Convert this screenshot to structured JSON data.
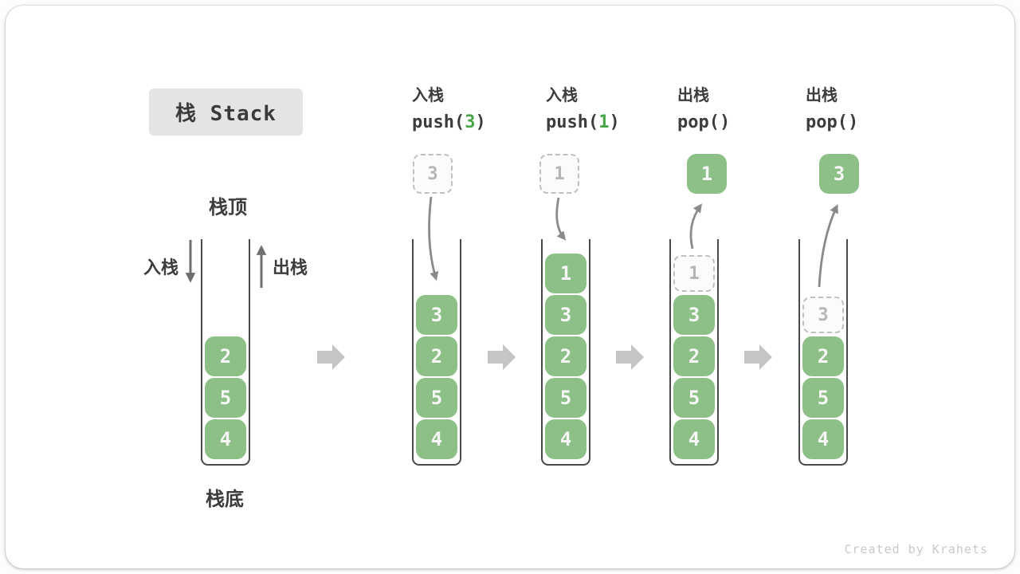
{
  "title": {
    "text": "栈 Stack"
  },
  "annotations": {
    "stack_top": "栈顶",
    "stack_bottom": "栈底",
    "push_side": "入栈",
    "pop_side": "出栈"
  },
  "operations": [
    {
      "name": "入栈",
      "fn": "push(",
      "arg": "3",
      "close": ")"
    },
    {
      "name": "入栈",
      "fn": "push(",
      "arg": "1",
      "close": ")"
    },
    {
      "name": "出栈",
      "fn": "pop(",
      "arg": "",
      "close": ")"
    },
    {
      "name": "出栈",
      "fn": "pop(",
      "arg": "",
      "close": ")"
    }
  ],
  "floating": [
    {
      "value": "3",
      "style": "dashed"
    },
    {
      "value": "1",
      "style": "dashed"
    },
    {
      "value": "1",
      "style": "solid"
    },
    {
      "value": "3",
      "style": "solid"
    }
  ],
  "stacks": [
    {
      "ghost": null,
      "cells": [
        "2",
        "5",
        "4"
      ]
    },
    {
      "ghost": null,
      "cells": [
        "3",
        "2",
        "5",
        "4"
      ]
    },
    {
      "ghost": null,
      "cells": [
        "1",
        "3",
        "2",
        "5",
        "4"
      ]
    },
    {
      "ghost": "1",
      "cells": [
        "3",
        "2",
        "5",
        "4"
      ]
    },
    {
      "ghost": "3",
      "cells": [
        "2",
        "5",
        "4"
      ]
    }
  ],
  "colors": {
    "cell_green": "#8cc087",
    "arg_green": "#47a447",
    "block_arrow_gray": "#c5c5c5",
    "curve_arrow_gray": "#8a8a8a",
    "frame_line": "#4a4a4a",
    "badge_bg": "#e4e4e4"
  },
  "watermark": "Created by Krahets"
}
